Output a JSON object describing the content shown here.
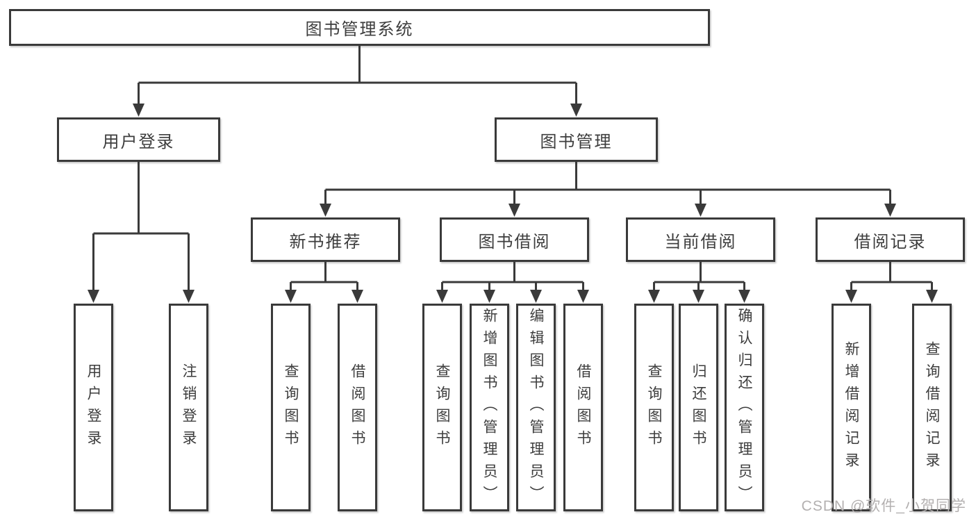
{
  "diagram": {
    "title": {
      "label": "图书管理系统"
    },
    "branches": [
      {
        "label": "用户登录",
        "leaves": [
          "用户登录",
          "注销登录"
        ]
      },
      {
        "label": "图书管理",
        "sections": [
          {
            "label": "新书推荐",
            "leaves": [
              "查询图书",
              "借阅图书"
            ]
          },
          {
            "label": "图书借阅",
            "leaves": [
              "查询图书",
              "新增图书（管理员）",
              "编辑图书（管理员）",
              "借阅图书"
            ]
          },
          {
            "label": "当前借阅",
            "leaves": [
              "查询图书",
              "归还图书",
              "确认归还（管理员）"
            ]
          },
          {
            "label": "借阅记录",
            "leaves": [
              "新增借阅记录",
              "查询借阅记录"
            ]
          }
        ]
      }
    ],
    "colors": {
      "line": "#3a3a3a",
      "box_border": "#3a3a3a",
      "text": "#3d3d3d",
      "background": "#ffffff",
      "watermark": "#b3b0b0"
    }
  },
  "watermark": {
    "text": "CSDN @软件_小贺同学"
  }
}
